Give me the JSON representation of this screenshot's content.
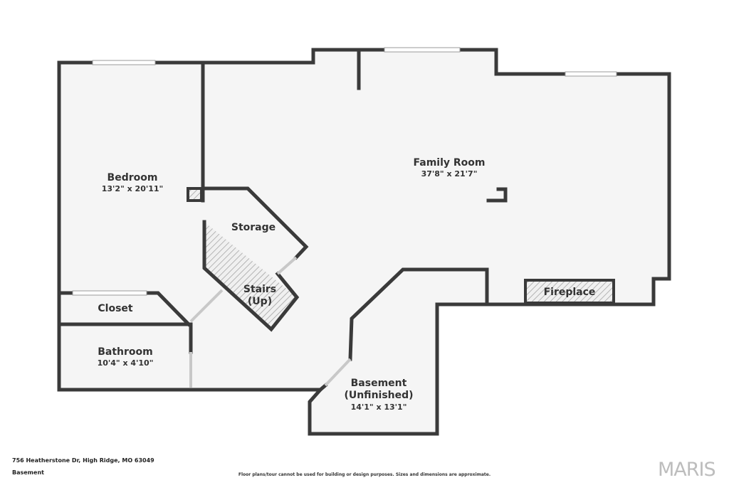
{
  "rooms": {
    "family_room": {
      "name": "Family Room",
      "dims": "37'8\" x 21'7\""
    },
    "bedroom": {
      "name": "Bedroom",
      "dims": "13'2\" x 20'11\""
    },
    "storage": {
      "name": "Storage"
    },
    "stairs": {
      "line1": "Stairs",
      "line2": "(Up)"
    },
    "closet": {
      "name": "Closet"
    },
    "bathroom": {
      "name": "Bathroom",
      "dims": "10'4\" x 4'10\""
    },
    "basement": {
      "line1": "Basement",
      "line2": "(Unfinished)",
      "dims": "14'1\" x 13'1\""
    },
    "fireplace": {
      "name": "Fireplace"
    }
  },
  "footer": {
    "address": "756 Heatherstone Dr, High Ridge, MO 63049",
    "level": "Basement",
    "disclaimer": "Floor plans/tour cannot be used for building or design purposes. Sizes and dimensions are approximate."
  },
  "logo_text": "MARIS",
  "colors": {
    "wall": "#3a3a3a",
    "floor": "#f5f5f5",
    "hatch": "#9a9a9a",
    "background": "#ffffff"
  }
}
